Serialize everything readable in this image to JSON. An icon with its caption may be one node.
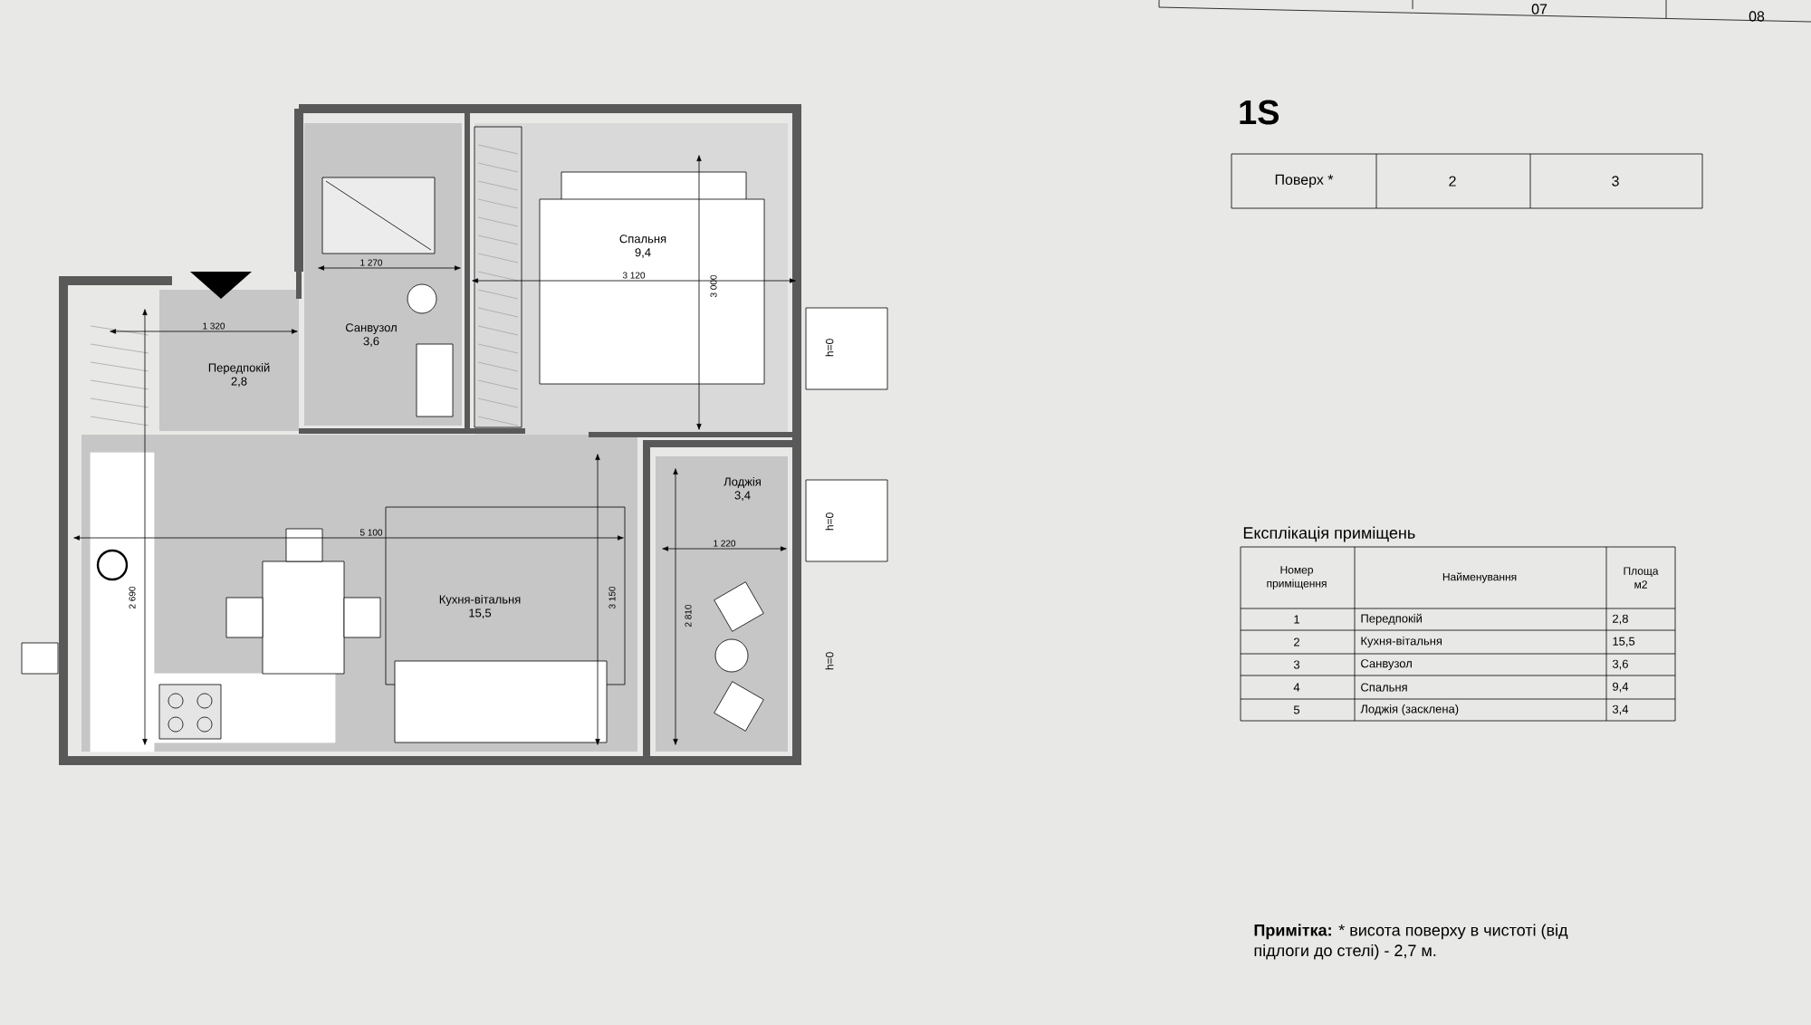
{
  "diagram": {
    "title": "1S",
    "nodes": [
      {
        "text": [
          "Передпокій",
          "2,8"
        ]
      },
      {
        "text": [
          "Санвузол",
          "3,6"
        ]
      },
      {
        "text": [
          "Спальня",
          "9,4"
        ]
      },
      {
        "text": [
          "Кухня-вітальня",
          "15,5"
        ]
      },
      {
        "text": [
          "Лоджія",
          "3,4"
        ]
      }
    ],
    "labels": [
      "07",
      "08",
      "Поверх *",
      "2",
      "3",
      "1 320",
      "1 270",
      "3 120",
      "3 000",
      "5 100",
      "2 690",
      "3 150",
      "1 220",
      "2 810",
      "h=0",
      "h=0",
      "h=0",
      "Експлікація приміщень",
      "Номер приміщення",
      "Найменування",
      "Площа м2",
      "1",
      "Передпокій",
      "2,8",
      "2",
      "Кухня-вітальня",
      "15,5",
      "3",
      "Санвузол",
      "3,6",
      "4",
      "Спальня",
      "9,4",
      "5",
      "Лоджія (засклена)",
      "3,4",
      "**Примітка:** * висота поверху в чистоті (від підлоги до стелі) - 2,7 м."
    ]
  }
}
